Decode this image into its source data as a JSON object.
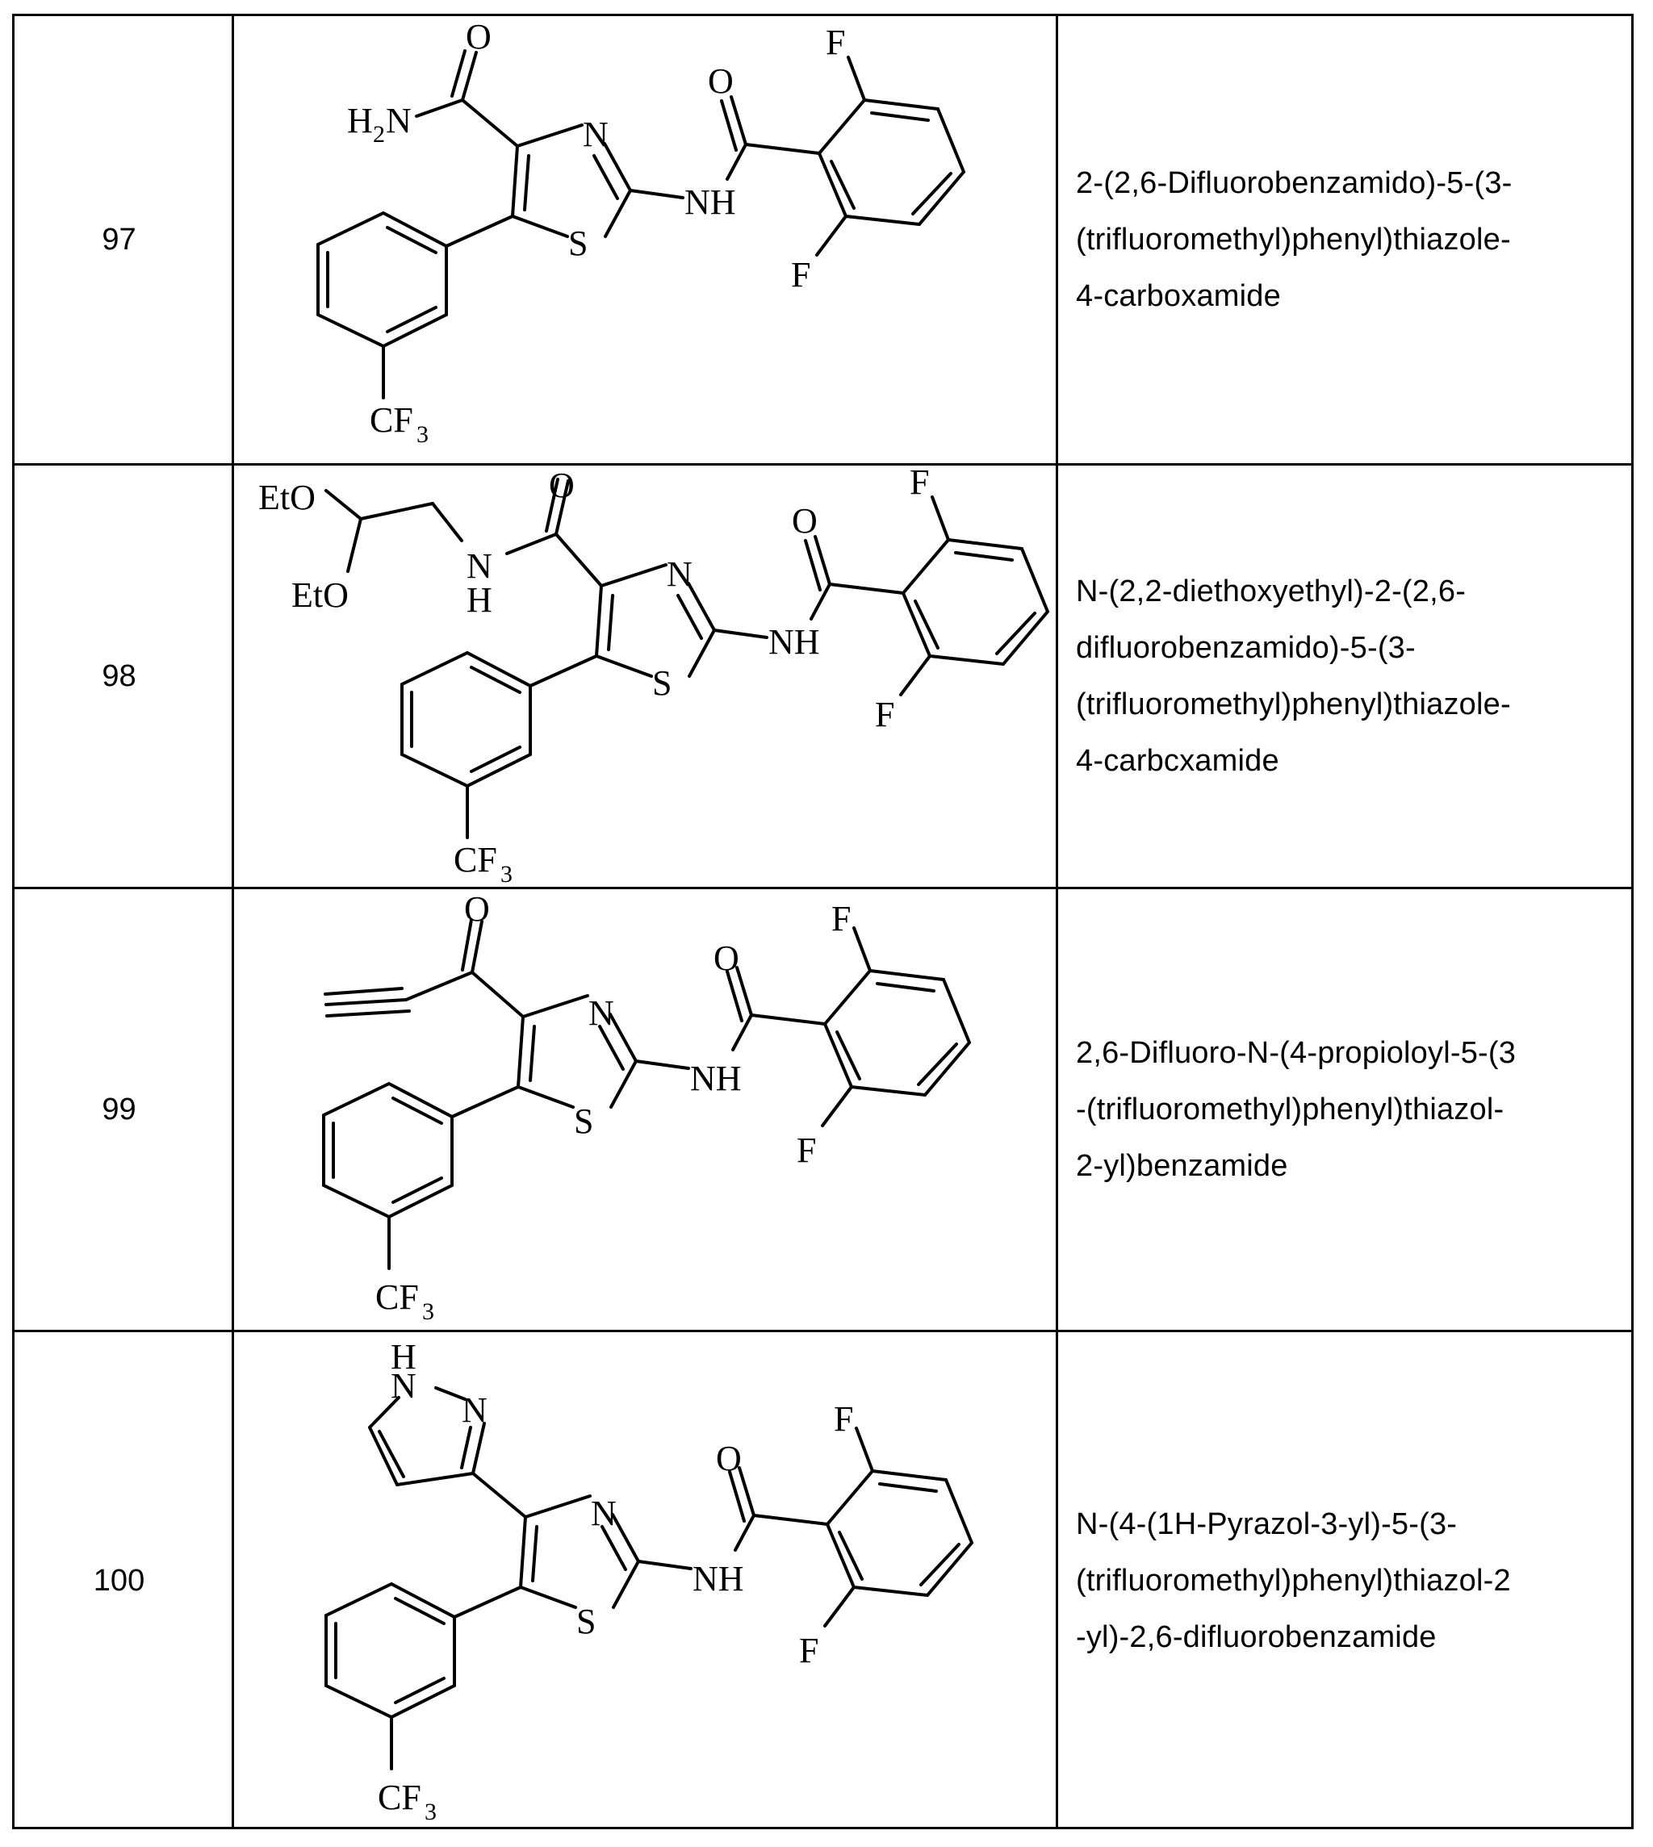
{
  "table": {
    "rows": [
      {
        "number": "97",
        "name_lines": [
          "2-(2,6-Difluorobenzamido)-5-(3-",
          "(trifluoromethyl)phenyl)thiazole-",
          "4-carboxamide"
        ],
        "structure": {
          "substituent_label": "H",
          "substituent_sub": "2",
          "substituent_n": "N",
          "o_label": "O",
          "thiazole_n": "N",
          "thiazole_s": "S",
          "nh": "NH",
          "amide_o": "O",
          "f_top": "F",
          "f_bottom": "F",
          "cf3": "CF",
          "cf3_sub": "3"
        }
      },
      {
        "number": "98",
        "name_lines": [
          "N-(2,2-diethoxyethyl)-2-(2,6-",
          "difluorobenzamido)-5-(3-",
          "(trifluoromethyl)phenyl)thiazole-",
          "4-carbcxamide"
        ],
        "structure": {
          "eto_top": "EtO",
          "eto_bottom": "EtO",
          "amide_n": "N",
          "amide_h": "H",
          "o_label": "O",
          "thiazole_n": "N",
          "thiazole_s": "S",
          "nh": "NH",
          "amide_o": "O",
          "f_top": "F",
          "f_bottom": "F",
          "cf3": "CF",
          "cf3_sub": "3"
        }
      },
      {
        "number": "99",
        "name_lines": [
          "2,6-Difluoro-N-(4-propioloyl-5-(3",
          "-(trifluoromethyl)phenyl)thiazol-",
          "2-yl)benzamide"
        ],
        "structure": {
          "o_label": "O",
          "thiazole_n": "N",
          "thiazole_s": "S",
          "nh": "NH",
          "amide_o": "O",
          "f_top": "F",
          "f_bottom": "F",
          "cf3": "CF",
          "cf3_sub": "3"
        }
      },
      {
        "number": "100",
        "name_lines": [
          "N-(4-(1H-Pyrazol-3-yl)-5-(3-",
          "(trifluoromethyl)phenyl)thiazol-2",
          "-yl)-2,6-difluorobenzamide"
        ],
        "structure": {
          "pyrazole_h": "H",
          "pyrazole_n1": "N",
          "pyrazole_n2": "N",
          "thiazole_n": "N",
          "thiazole_s": "S",
          "nh": "NH",
          "amide_o": "O",
          "f_top": "F",
          "f_bottom": "F",
          "cf3": "CF",
          "cf3_sub": "3"
        }
      }
    ]
  }
}
